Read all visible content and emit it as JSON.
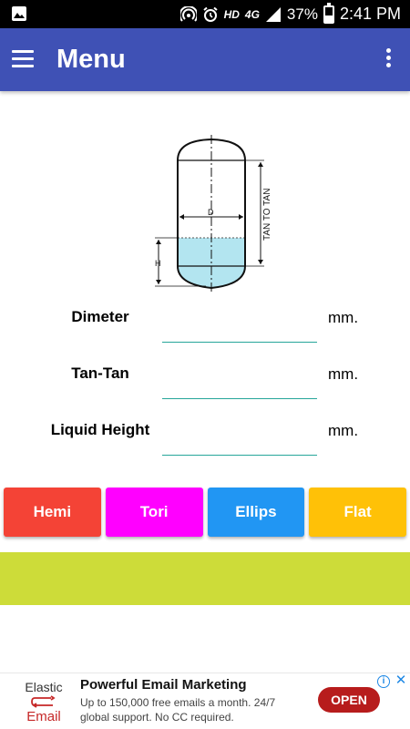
{
  "status_bar": {
    "indicators": "HD",
    "network": "4G",
    "battery": "37%",
    "time": "2:41 PM"
  },
  "app_bar": {
    "title": "Menu"
  },
  "diagram": {
    "diameter_label": "D",
    "height_label": "H",
    "tan_label": "TAN TO TAN",
    "liquid_color": "#B3E5F0"
  },
  "form": {
    "rows": [
      {
        "label": "Dimeter",
        "value": "",
        "unit": "mm."
      },
      {
        "label": "Tan-Tan",
        "value": "",
        "unit": "mm."
      },
      {
        "label": "Liquid Height",
        "value": "",
        "unit": "mm."
      }
    ],
    "underline_color": "#26A69A"
  },
  "buttons": [
    {
      "label": "Hemi",
      "color": "#F44336"
    },
    {
      "label": "Tori",
      "color": "#FF00FF"
    },
    {
      "label": "Ellips",
      "color": "#2196F3"
    },
    {
      "label": "Flat",
      "color": "#FFC107"
    }
  ],
  "result": {
    "color": "#CDDC39"
  },
  "ad": {
    "brand_top": "Elastic",
    "brand_bottom": "Email",
    "title": "Powerful Email Marketing",
    "description": "Up to 150,000 free emails a month. 24/7 global support. No CC required.",
    "cta": "OPEN",
    "info_glyph": "i",
    "close_glyph": "✕"
  },
  "colors": {
    "app_bar": "#3F51B5",
    "status_bar": "#000000"
  }
}
